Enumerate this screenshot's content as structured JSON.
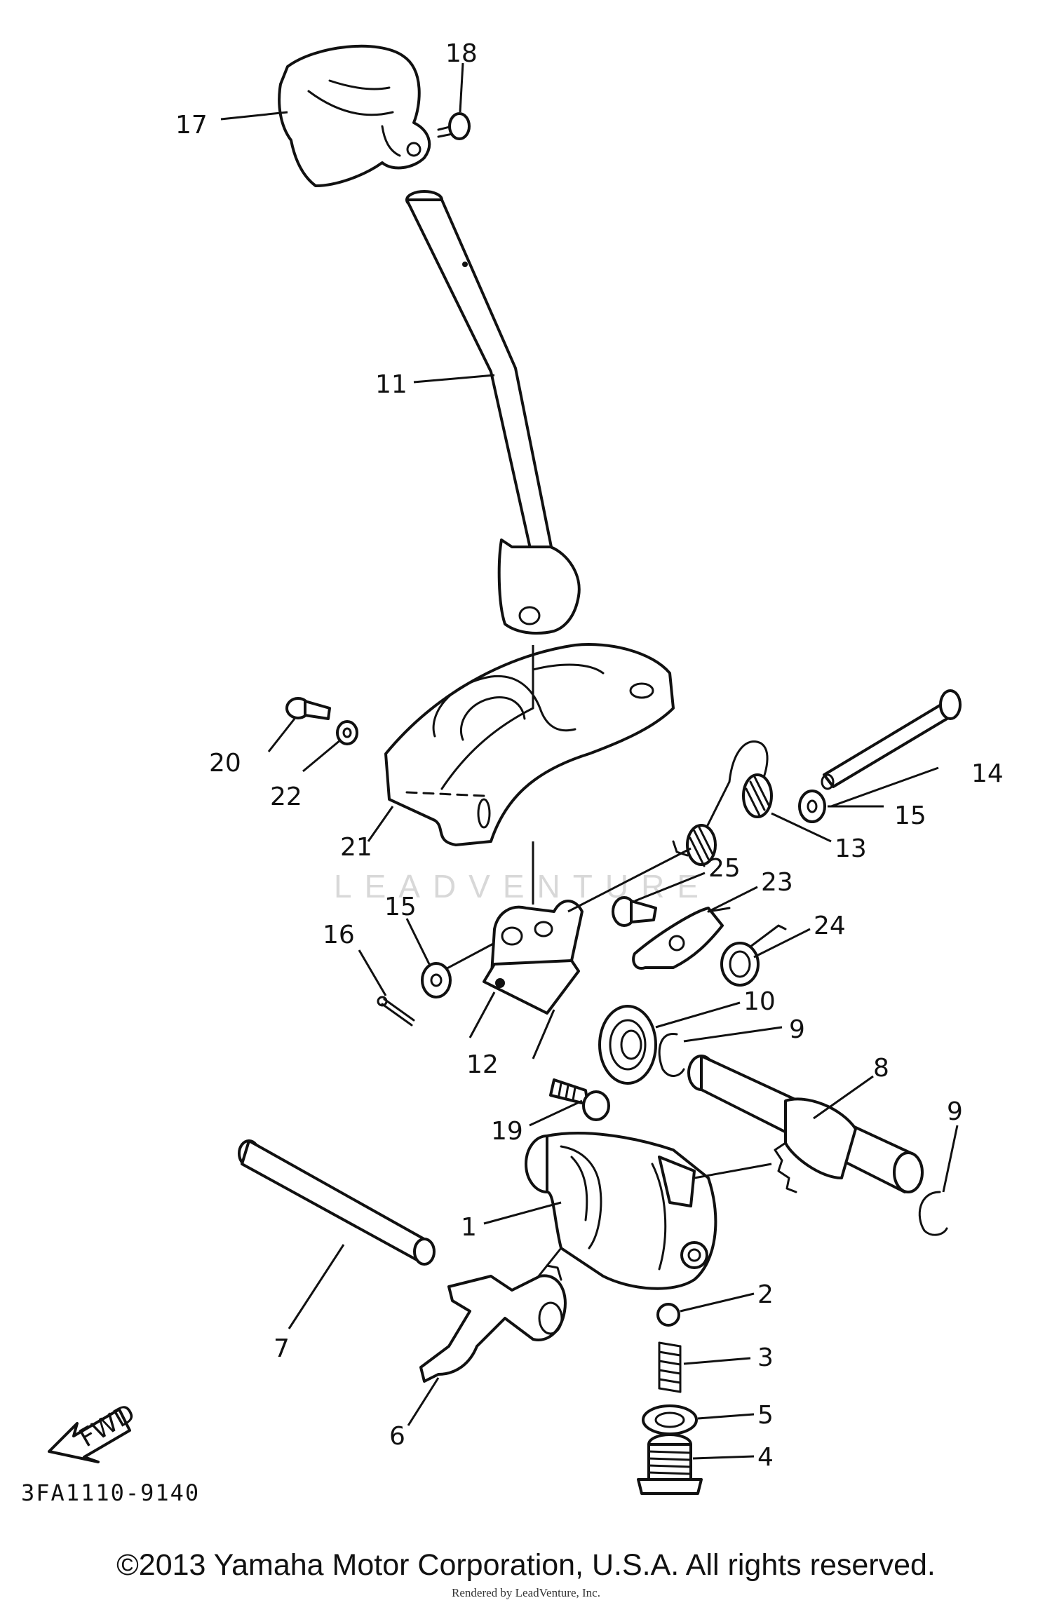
{
  "diagram": {
    "drawing_number": "3FA1110-9140",
    "fwd_label": "FWD",
    "watermark": "LEADVENTURE",
    "callouts": {
      "c1": "1",
      "c2": "2",
      "c3": "3",
      "c4": "4",
      "c5": "5",
      "c6": "6",
      "c7": "7",
      "c8": "8",
      "c9a": "9",
      "c9b": "9",
      "c10": "10",
      "c11": "11",
      "c12": "12",
      "c13": "13",
      "c14": "14",
      "c15a": "15",
      "c15b": "15",
      "c16": "16",
      "c17": "17",
      "c18": "18",
      "c19": "19",
      "c20": "20",
      "c21": "21",
      "c22": "22",
      "c23": "23",
      "c24": "24",
      "c25": "25"
    }
  },
  "footer": {
    "copyright": "©2013 Yamaha Motor Corporation, U.S.A. All rights reserved.",
    "rendered_by": "Rendered by LeadVenture, Inc."
  }
}
